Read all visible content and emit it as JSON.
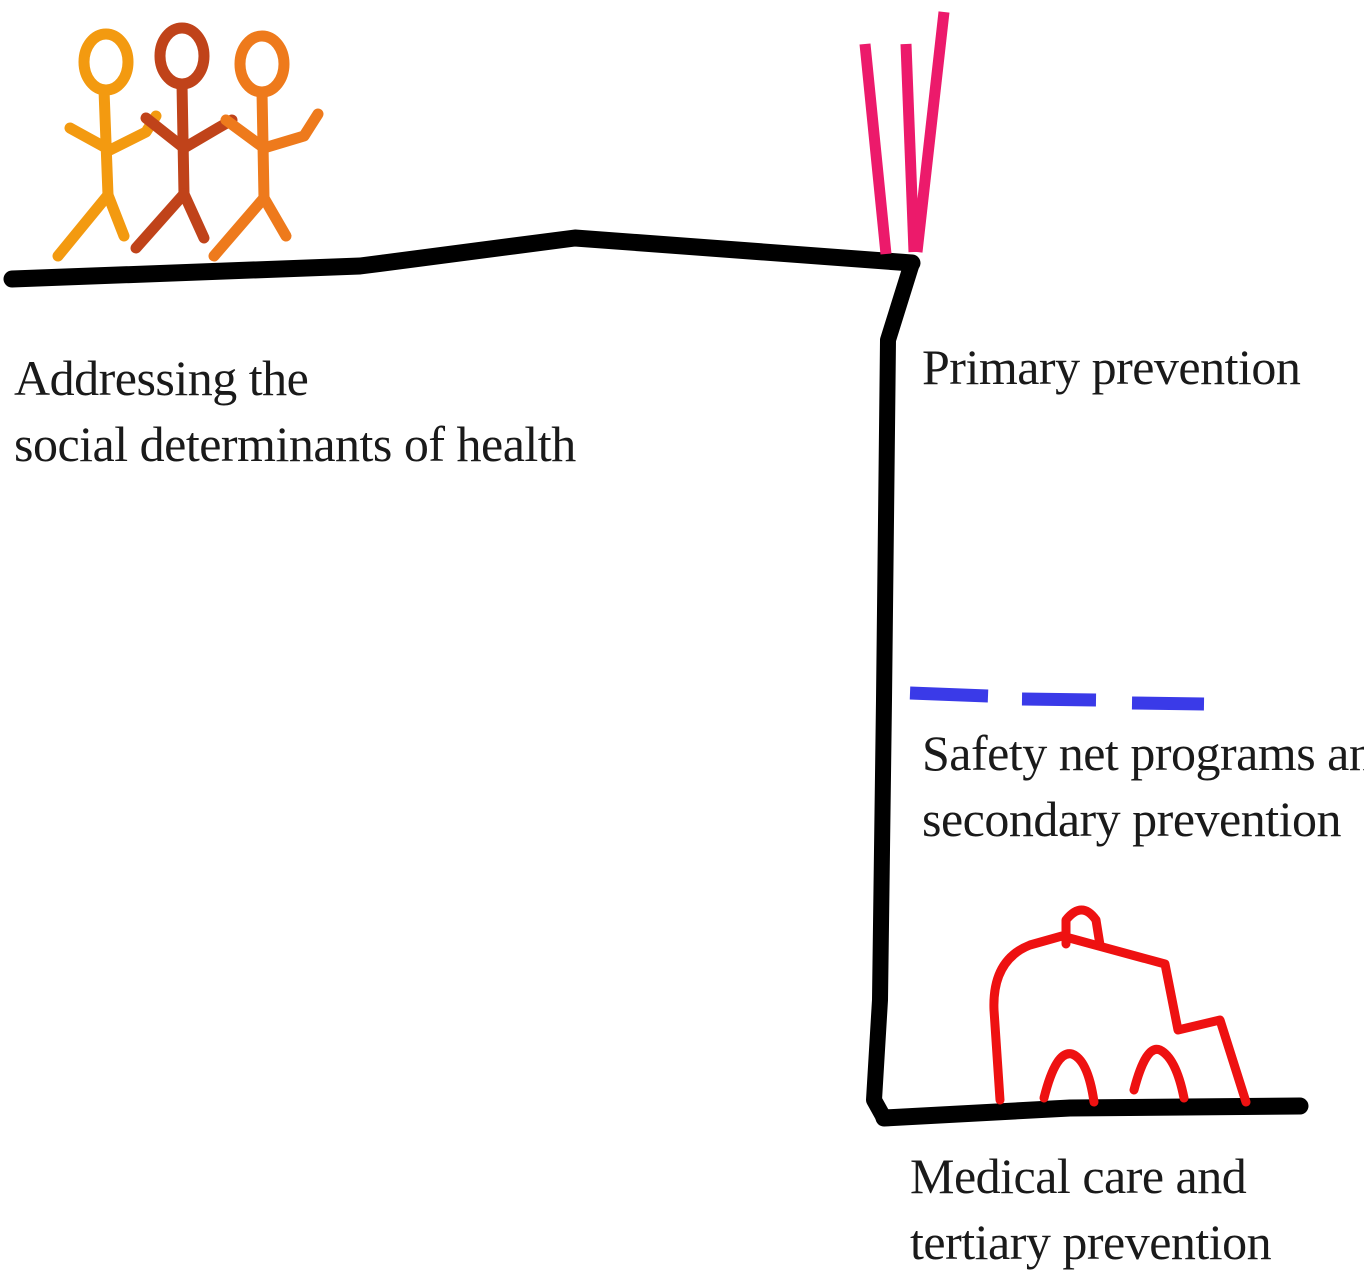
{
  "labels": {
    "social_determinants": {
      "line1": "Addressing the",
      "line2": "social determinants of health"
    },
    "primary_prevention": {
      "line1": "Primary prevention"
    },
    "safety_net": {
      "line1": "Safety net programs and",
      "line2": "secondary prevention"
    },
    "medical_care": {
      "line1": "Medical care and",
      "line2": "tertiary prevention"
    }
  },
  "colors": {
    "ground_line": "#000000",
    "fence": "#ec1a6b",
    "safety_net": "#3a3ae8",
    "hospital": "#ee1111",
    "person_1": "#f39a10",
    "person_2": "#c0431a",
    "person_3": "#ee7a1c"
  },
  "icons": [
    "stick-figure-icon",
    "fence-icon",
    "hospital-icon"
  ]
}
